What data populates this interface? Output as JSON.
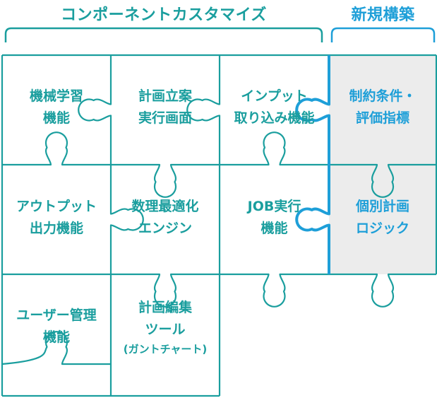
{
  "headers": {
    "customize": "コンポーネントカスタマイズ",
    "new_build": "新規構築"
  },
  "pieces": {
    "ml": {
      "line1": "機械学習",
      "line2": "機能"
    },
    "plan": {
      "line1": "計画立案",
      "line2": "実行画面"
    },
    "input": {
      "line1": "インプット",
      "line2": "取り込み機能"
    },
    "constraint": {
      "line1": "制約条件・",
      "line2": "評価指標"
    },
    "output": {
      "line1": "アウトプット",
      "line2": "出力機能"
    },
    "math": {
      "line1": "数理最適化",
      "line2": "エンジン"
    },
    "job": {
      "line1": "JOB実行",
      "line2": "機能"
    },
    "individual": {
      "line1": "個別計画",
      "line2": "ロジック"
    },
    "user": {
      "line1": "ユーザー管理",
      "line2": "機能"
    },
    "edit": {
      "line1": "計画編集",
      "line2": "ツール",
      "line3": "(ガントチャート)"
    }
  },
  "colors": {
    "teal": "#1a9e9e",
    "blue": "#1e9fd8",
    "gray_fill": "#ececec",
    "white": "#ffffff"
  }
}
